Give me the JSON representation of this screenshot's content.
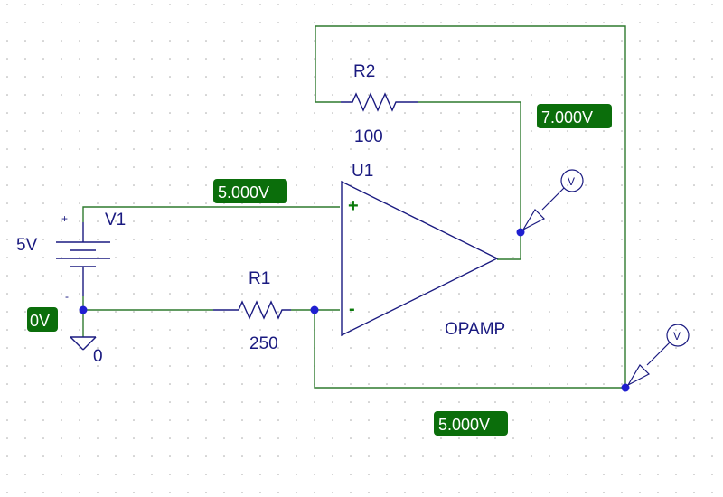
{
  "schematic": {
    "components": {
      "v1": {
        "name": "V1",
        "value": "5V",
        "plus": "+",
        "minus": "-"
      },
      "r1": {
        "name": "R1",
        "value": "250"
      },
      "r2": {
        "name": "R2",
        "value": "100"
      },
      "u1": {
        "name": "U1",
        "model": "OPAMP",
        "noninv": "+",
        "inv": "-"
      },
      "ground": {
        "label": "0"
      }
    },
    "voltage_markers": {
      "noninv_input": "5.000V",
      "ground_node": "0V",
      "output": "7.000V",
      "feedback_node": "5.000V"
    },
    "probes": [
      {
        "label": "V"
      },
      {
        "label": "V"
      }
    ],
    "colors": {
      "wire": "#2f7a2f",
      "component": "#1a1a80",
      "node_dot": "#1f1fd0",
      "marker_bg": "#0b6e0b",
      "marker_text": "#ffffff",
      "grid_dot": "#a8a8a8"
    }
  }
}
